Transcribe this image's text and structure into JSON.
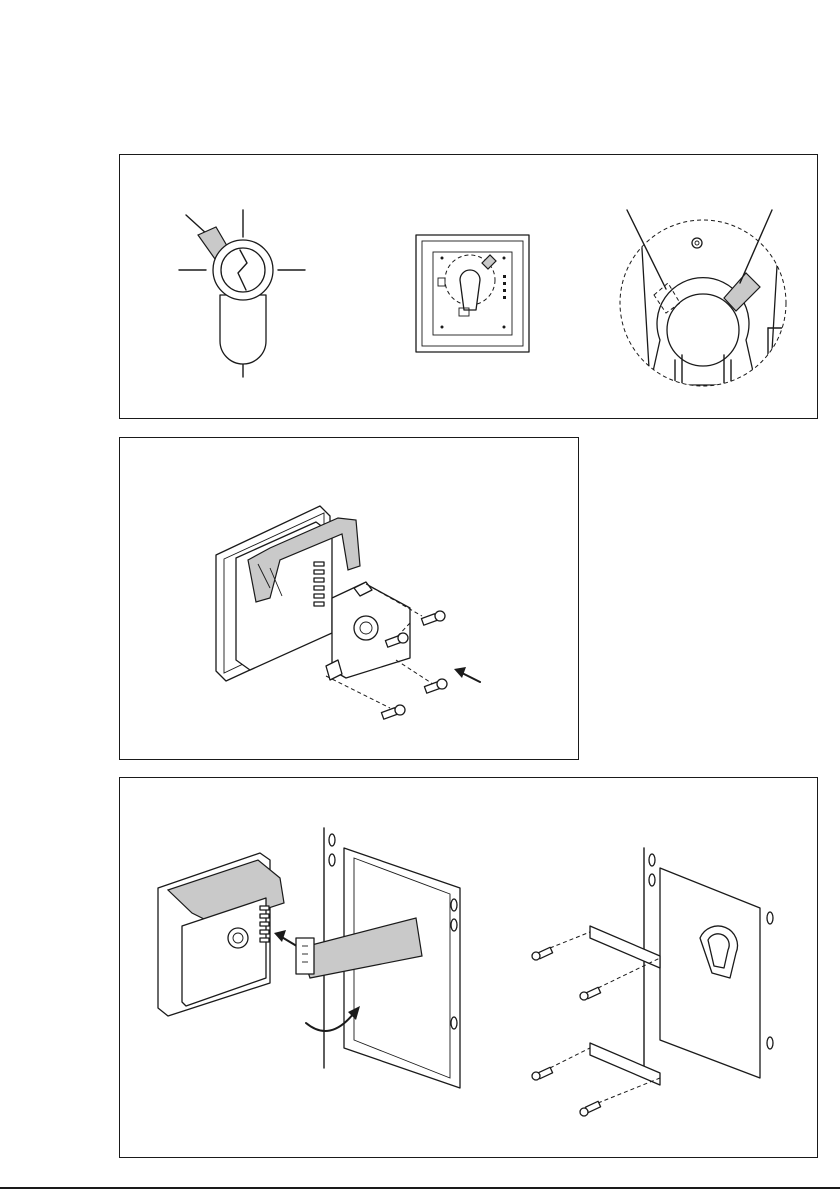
{
  "colors": {
    "line": "#1a1a1a",
    "shade": "#c9c9c9",
    "background": "#ffffff"
  },
  "panels": [
    {
      "id": "panel-1",
      "figures": [
        "key-cylinder",
        "module-front",
        "detail-magnified"
      ]
    },
    {
      "id": "panel-2",
      "figures": [
        "module-assembly-screws"
      ]
    },
    {
      "id": "panel-3",
      "figures": [
        "ribbon-cable-connection",
        "frame-mounting-screws"
      ]
    }
  ]
}
